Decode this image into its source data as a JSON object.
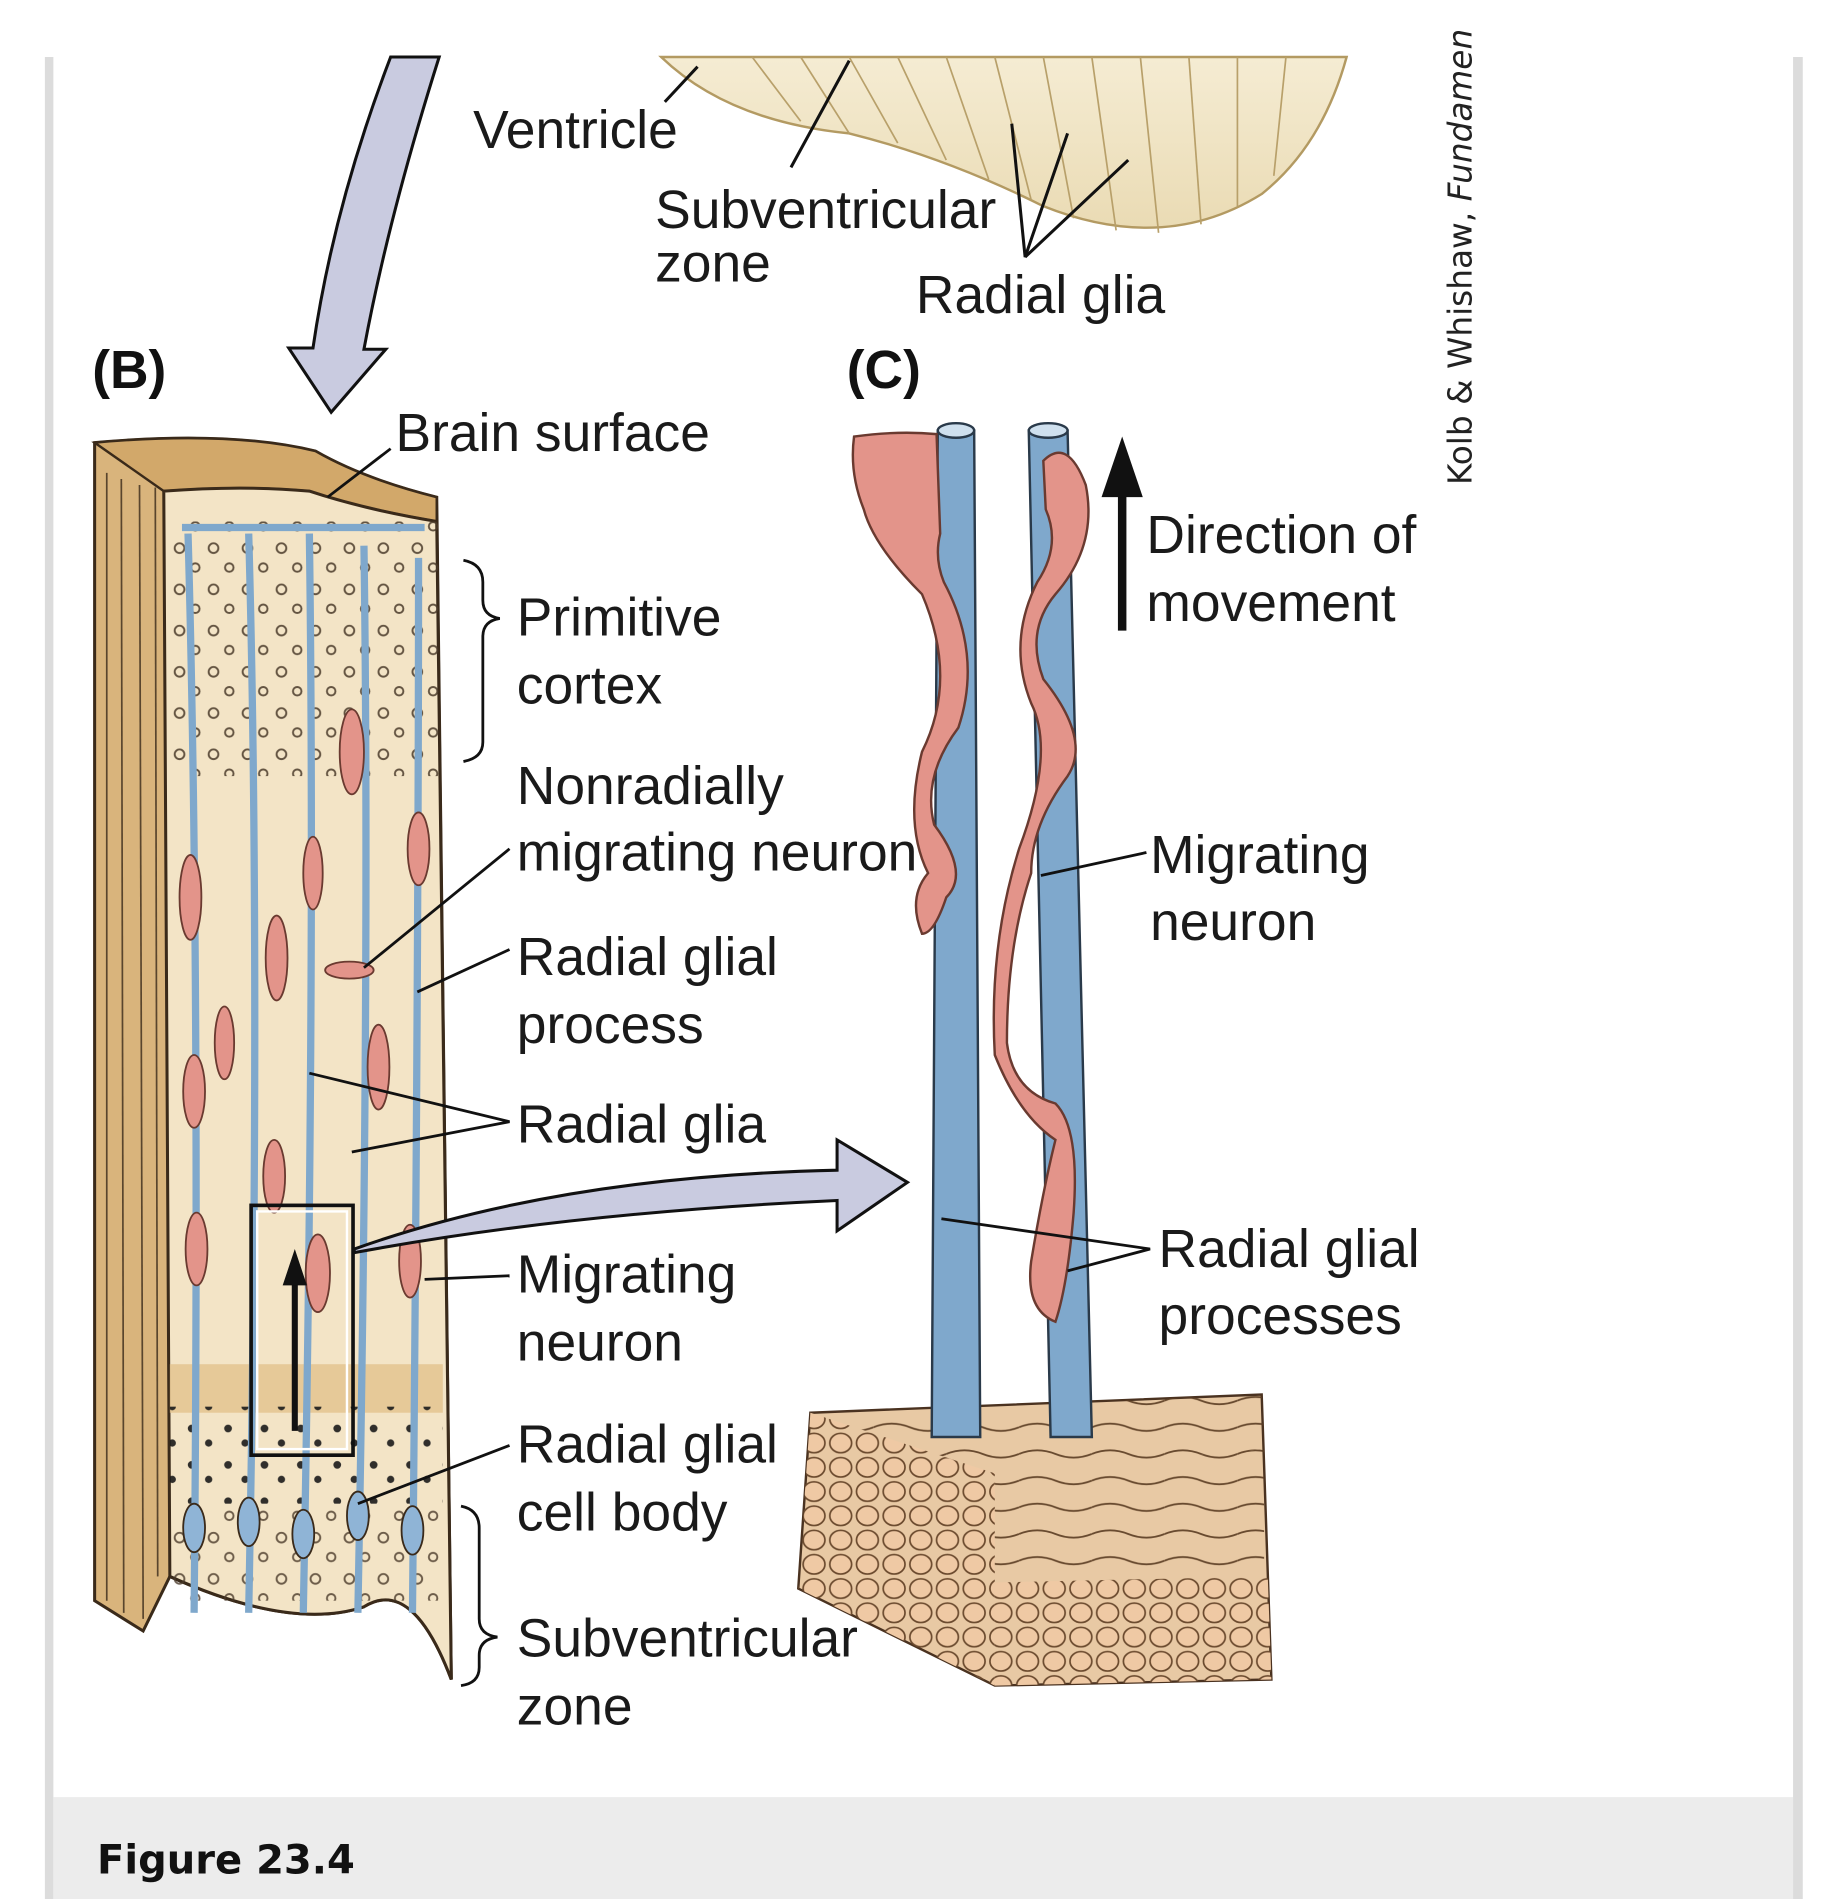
{
  "figure": {
    "caption": "Figure 23.4",
    "credit": {
      "authors": "Kolb & Whishaw, ",
      "title_fragment": "Fundamen"
    },
    "panels": {
      "B": "(B)",
      "C": "(C)"
    },
    "labels": {
      "top": {
        "ventricle": "Ventricle",
        "subventricular_1": "Subventricular",
        "subventricular_2": "zone",
        "radial_glia": "Radial glia"
      },
      "panel_b": {
        "brain_surface": "Brain surface",
        "primitive_cortex_1": "Primitive",
        "primitive_cortex_2": "cortex",
        "nonradial_1": "Nonradially",
        "nonradial_2": "migrating neuron",
        "radial_glial_process_1": "Radial glial",
        "radial_glial_process_2": "process",
        "radial_glia": "Radial glia",
        "migrating_neuron_1": "Migrating",
        "migrating_neuron_2": "neuron",
        "cell_body_1": "Radial glial",
        "cell_body_2": "cell body",
        "subventricular_1": "Subventricular",
        "subventricular_2": "zone"
      },
      "panel_c": {
        "direction_1": "Direction of",
        "direction_2": "movement",
        "migrating_neuron_1": "Migrating",
        "migrating_neuron_2": "neuron",
        "processes_1": "Radial glial",
        "processes_2": "processes"
      }
    },
    "colors": {
      "tissue_tan": "#d9b47c",
      "tissue_light": "#f3e4c6",
      "glia_blue": "#7fa8cc",
      "neuron_pink": "#e3948a",
      "arrow_fill": "#c9cbe0",
      "caption_bar": "#ececec",
      "frame_border": "#dcdcdc"
    }
  }
}
